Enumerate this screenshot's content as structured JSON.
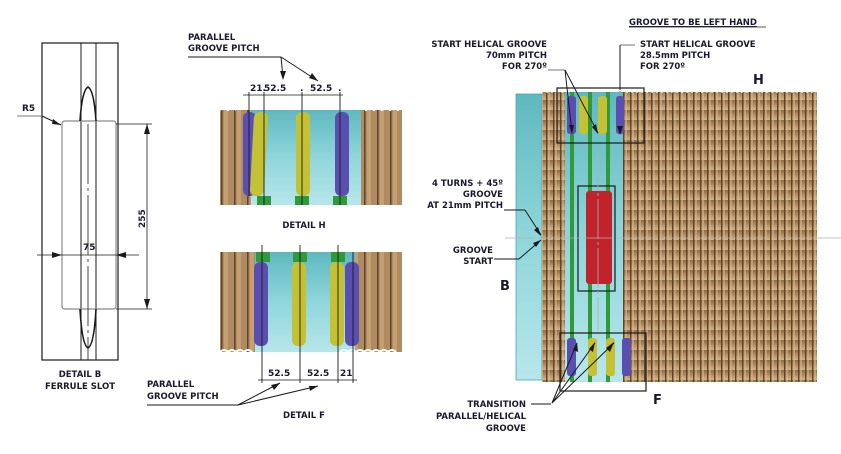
{
  "colors": {
    "copper": "#b08a60",
    "copper_dark": "#6e5232",
    "copper_light": "#d7b68a",
    "teal": "#7fcfd4",
    "teal_dark": "#4aa8ae",
    "purple": "#5a4fb0",
    "yellow": "#c4c234",
    "green": "#2f9a3a",
    "red": "#c0232b",
    "ink": "#1a1a2e"
  },
  "detail_b": {
    "radius_label": "R5",
    "height_dim": "255",
    "width_dim": "75",
    "title": "DETAIL B",
    "subtitle": "FERRULE SLOT"
  },
  "detail_h": {
    "callout_line1": "PARALLEL",
    "callout_line2": "GROOVE PITCH",
    "dims": [
      "21.",
      "52.5",
      ".",
      "52.5",
      "."
    ],
    "title": "DETAIL H"
  },
  "detail_f": {
    "callout_line1": "PARALLEL",
    "callout_line2": "GROOVE PITCH",
    "dims": [
      "52.5",
      "52.5",
      "21"
    ],
    "title": "DETAIL F"
  },
  "main_view": {
    "note_title": "GROOVE TO BE LEFT HAND",
    "start_helical_left": [
      "START HELICAL GROOVE",
      "70mm PITCH",
      "FOR 270º"
    ],
    "start_helical_right": [
      "START HELICAL GROOVE",
      "28.5mm PITCH",
      "FOR 270º"
    ],
    "turns_note": [
      "4 TURNS + 45º",
      "GROOVE",
      "AT 21mm PITCH"
    ],
    "groove_start": [
      "GROOVE",
      "START"
    ],
    "transition": [
      "TRANSITION",
      "PARALLEL/HELICAL",
      "GROOVE"
    ],
    "view_label_h": "H",
    "view_label_b": "B",
    "view_label_f": "F"
  }
}
